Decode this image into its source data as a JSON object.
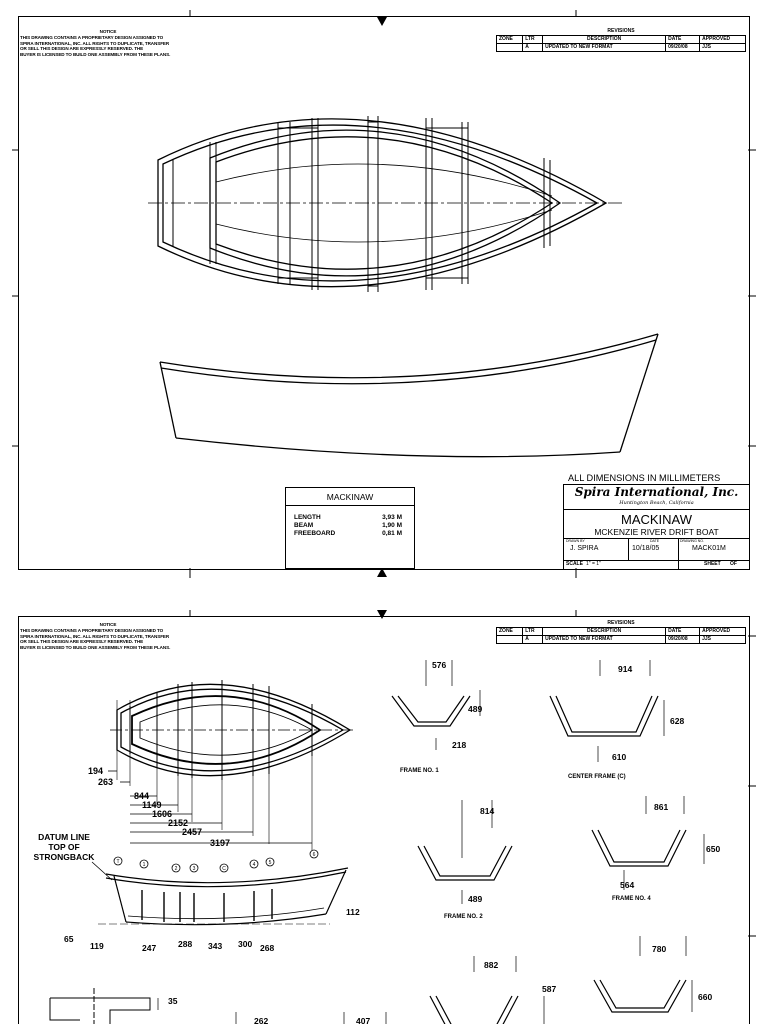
{
  "notice": {
    "title": "NOTICE",
    "lines": [
      "THIS DRAWING CONTAINS A PROPRIETARY DESIGN ASSIGNED TO",
      "SPIRA INTERNATIONAL, INC. ALL RIGHTS TO DUPLICATE, TRANSFER",
      "OR SELL THIS DESIGN ARE EXPRESSLY RESERVED. THE",
      "BUYER IS LICENSED TO BUILD ONE ASSEMBLY FROM THESE PLANS."
    ]
  },
  "revisions": {
    "title": "REVISIONS",
    "headers": {
      "zone": "ZONE",
      "ltr": "LTR",
      "description": "DESCRIPTION",
      "date": "DATE",
      "approved": "APPROVED"
    },
    "rows": [
      {
        "zone": "",
        "ltr": "A",
        "description": "UPDATED TO NEW FORMAT",
        "date": "09/20/08",
        "approved": "JJS"
      }
    ]
  },
  "specs": {
    "title": "MACKINAW",
    "rows": [
      {
        "label": "LENGTH",
        "value": "3,93 M"
      },
      {
        "label": "BEAM",
        "value": "1,90 M"
      },
      {
        "label": "FREEBOARD",
        "value": "0,81 M"
      }
    ]
  },
  "title_block": {
    "units_note": "ALL DIMENSIONS IN MILLIMETERS",
    "company": "Spira International, Inc.",
    "location": "Huntington Beach, California",
    "drawing_title": "MACKINAW",
    "drawing_subtitle": "MCKENZIE RIVER DRIFT BOAT",
    "drawn_by_label": "DRAWN BY",
    "drawn_by": "J. SPIRA",
    "date_label": "DATE",
    "date": "10/18/05",
    "drawing_no_label": "DRAWING NO.",
    "drawing_no": "MACK01M",
    "scale_label": "SCALE",
    "scale": "1\" = 1\"",
    "sheet_label": "SHEET",
    "of_label": "OF"
  },
  "sheet2": {
    "plan_dims": [
      "194",
      "263",
      "844",
      "1149",
      "1606",
      "2152",
      "2457",
      "3197"
    ],
    "datum_label": [
      "DATUM LINE",
      "TOP OF",
      "STRONGBACK"
    ],
    "station_labels": [
      "T",
      "1",
      "2",
      "3",
      "C",
      "4",
      "5",
      "6"
    ],
    "profile_dims": {
      "left": "65",
      "119": "119",
      "247": "247",
      "288": "288",
      "343": "343",
      "300": "300",
      "268": "268",
      "right": "112"
    },
    "frames": [
      {
        "label": "FRAME NO. 1",
        "top": "576",
        "height": "489",
        "bottom": "218"
      },
      {
        "label": "CENTER FRAME (C)",
        "top": "914",
        "height": "628",
        "bottom": "610"
      },
      {
        "label": "FRAME NO. 2",
        "top": "814",
        "bottom": "489"
      },
      {
        "label": "FRAME NO. 4",
        "top": "861",
        "height": "650",
        "bottom": "564"
      },
      {
        "top": "882",
        "height": "587"
      },
      {
        "top": "780",
        "height": "660"
      }
    ],
    "bottom_dims": [
      "35",
      "262",
      "407"
    ]
  },
  "colors": {
    "ink": "#000000",
    "paper": "#ffffff"
  }
}
